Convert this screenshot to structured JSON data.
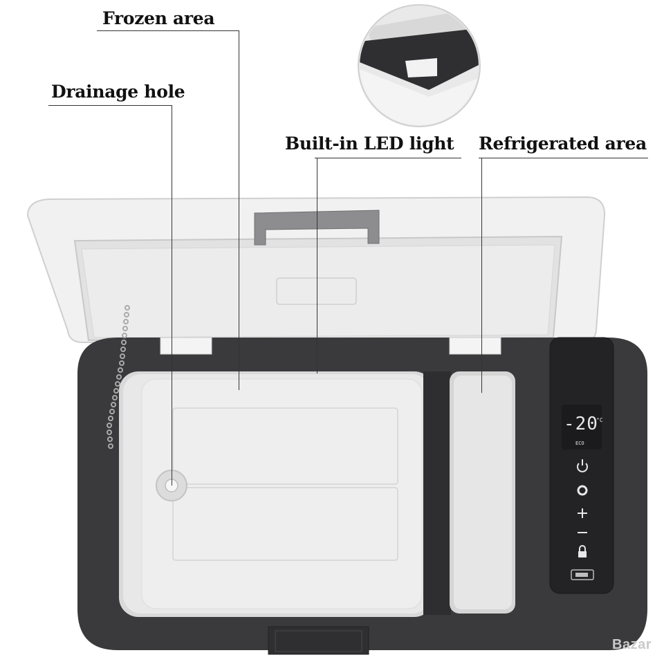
{
  "labels": {
    "frozen": "Frozen area",
    "drainage": "Drainage hole",
    "led": "Built-in LED light",
    "refrigerated": "Refrigerated area"
  },
  "display": {
    "temperature": "-20",
    "unit": "°C",
    "eco": "ECO"
  },
  "watermark": "Bazar",
  "colors": {
    "body": "#3b3b3d",
    "interior": "#e6e6e6",
    "lid": "#eeeeee",
    "display_panel": "#232325"
  },
  "icons": [
    "power-icon",
    "settings-icon",
    "plus-icon",
    "minus-icon",
    "lock-icon",
    "battery-icon"
  ]
}
